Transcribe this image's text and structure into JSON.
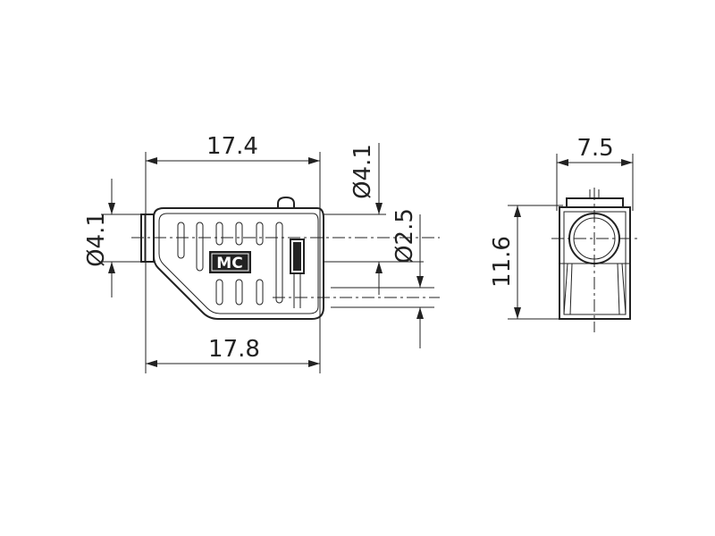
{
  "dimensions": {
    "top_length": "17.4",
    "bottom_length": "17.8",
    "left_diameter": "Ø4.1",
    "right_diameter_outer": "Ø4.1",
    "right_diameter_inner": "Ø2.5",
    "side_width": "7.5",
    "side_height": "11.6"
  },
  "logo": {
    "text": "MC"
  },
  "colors": {
    "line": "#222222",
    "background": "#ffffff"
  }
}
